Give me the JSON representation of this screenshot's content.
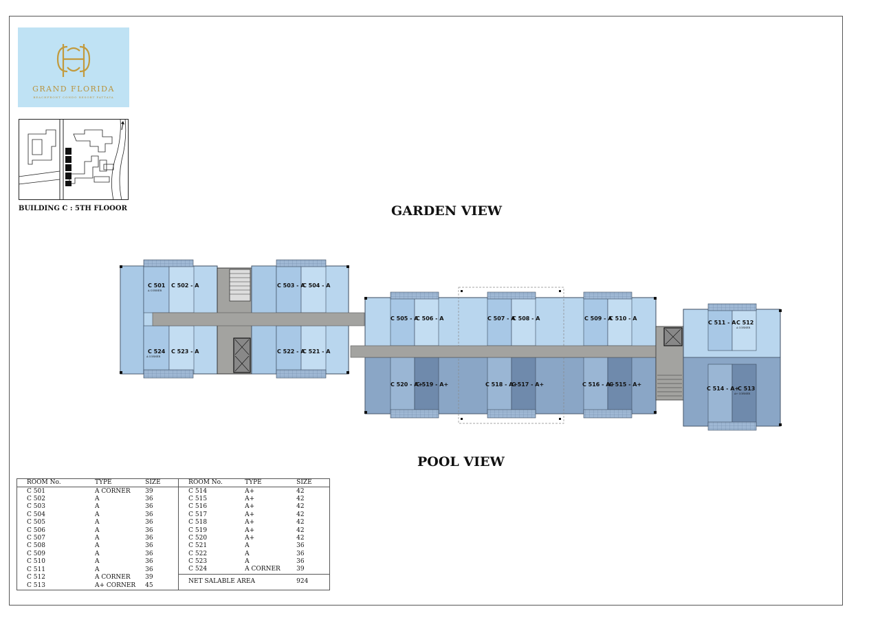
{
  "brand": {
    "name": "GRAND FLORIDA",
    "tagline": "BEACHFRONT CONDO RESORT PATTAYA"
  },
  "building_label": "BUILDING C : 5TH FLOOOR",
  "views": {
    "top": "GARDEN VIEW",
    "bottom": "POOL VIEW"
  },
  "units_top": [
    {
      "id": "C 501",
      "sub": "A CORNER"
    },
    {
      "id": "C 502 - A",
      "sub": ""
    },
    {
      "id": "C 503 - A",
      "sub": ""
    },
    {
      "id": "C 504 - A",
      "sub": ""
    },
    {
      "id": "C 505 - A",
      "sub": ""
    },
    {
      "id": "C 506 - A",
      "sub": ""
    },
    {
      "id": "C 507 - A",
      "sub": ""
    },
    {
      "id": "C 508 - A",
      "sub": ""
    },
    {
      "id": "C 509 - A",
      "sub": ""
    },
    {
      "id": "C 510 - A",
      "sub": ""
    },
    {
      "id": "C 511 - A",
      "sub": ""
    },
    {
      "id": "C 512",
      "sub": "A CORNER"
    }
  ],
  "units_bottom": [
    {
      "id": "C 524",
      "sub": "A CORNER"
    },
    {
      "id": "C 523 - A",
      "sub": ""
    },
    {
      "id": "C 522 - A",
      "sub": ""
    },
    {
      "id": "C 521 - A",
      "sub": ""
    },
    {
      "id": "C 520 - A+",
      "sub": ""
    },
    {
      "id": "C 519 - A+",
      "sub": ""
    },
    {
      "id": "C 518 - A+",
      "sub": ""
    },
    {
      "id": "C 517 - A+",
      "sub": ""
    },
    {
      "id": "C 516 - A+",
      "sub": ""
    },
    {
      "id": "C 515 - A+",
      "sub": ""
    },
    {
      "id": "C 514 - A+",
      "sub": ""
    },
    {
      "id": "C 513",
      "sub": "A+ CORNER"
    }
  ],
  "table": {
    "headers": [
      "ROOM No.",
      "TYPE",
      "SIZE",
      "ROOM No.",
      "TYPE",
      "SIZE"
    ],
    "left": [
      [
        "C  501",
        "A CORNER",
        "39"
      ],
      [
        "C  502",
        "A",
        "36"
      ],
      [
        "C  503",
        "A",
        "36"
      ],
      [
        "C  504",
        "A",
        "36"
      ],
      [
        "C  505",
        "A",
        "36"
      ],
      [
        "C  506",
        "A",
        "36"
      ],
      [
        "C  507",
        "A",
        "36"
      ],
      [
        "C  508",
        "A",
        "36"
      ],
      [
        "C  509",
        "A",
        "36"
      ],
      [
        "C  510",
        "A",
        "36"
      ],
      [
        "C  511",
        "A",
        "36"
      ],
      [
        "C  512",
        "A CORNER",
        "39"
      ],
      [
        "C  513",
        "A+ CORNER",
        "45"
      ]
    ],
    "right": [
      [
        "C  514",
        "A+",
        "42"
      ],
      [
        "C  515",
        "A+",
        "42"
      ],
      [
        "C  516",
        "A+",
        "42"
      ],
      [
        "C  517",
        "A+",
        "42"
      ],
      [
        "C  518",
        "A+",
        "42"
      ],
      [
        "C  519",
        "A+",
        "42"
      ],
      [
        "C  520",
        "A+",
        "42"
      ],
      [
        "C  521",
        "A",
        "36"
      ],
      [
        "C  522",
        "A",
        "36"
      ],
      [
        "C  523",
        "A",
        "36"
      ],
      [
        "C  524",
        "A CORNER",
        "39"
      ]
    ],
    "net_label": "NET SALABLE AREA",
    "net_value": "924"
  },
  "colors": {
    "garden_unit": "#b9d6ee",
    "pool_unit": "#8aa6c6",
    "pool_unit_dark": "#6f8aac",
    "corridor": "#a3a3a0",
    "balcony": "#9fb8d4",
    "logo_bg": "#bfe2f4",
    "gold": "#b89440"
  }
}
